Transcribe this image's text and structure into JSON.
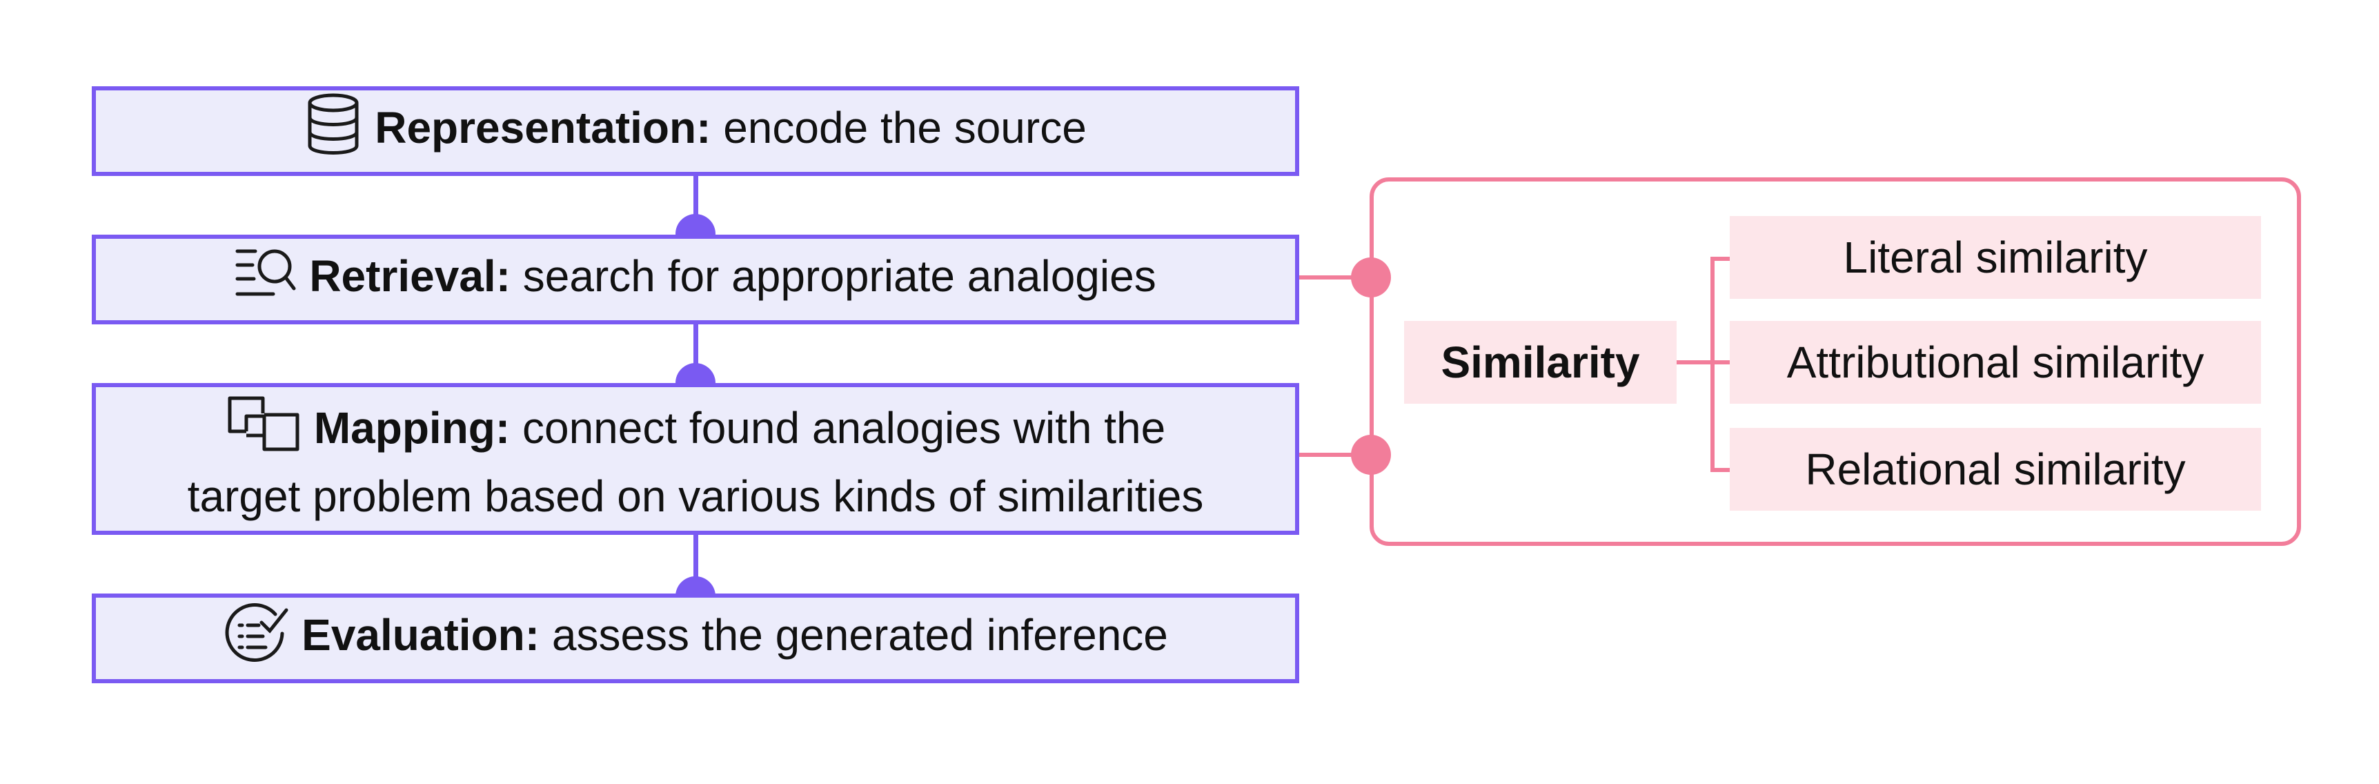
{
  "steps": [
    {
      "icon": "database-icon",
      "label": "Representation:",
      "text": "encode the source"
    },
    {
      "icon": "search-list-icon",
      "label": "Retrieval:",
      "text": "search for appropriate analogies"
    },
    {
      "icon": "mapping-icon",
      "label": "Mapping:",
      "text": "connect found analogies with the",
      "text2": "target problem based on various kinds of similarities"
    },
    {
      "icon": "checklist-icon",
      "label": "Evaluation:",
      "text": "assess the generated inference"
    }
  ],
  "similarity": {
    "label": "Similarity",
    "types": [
      "Literal similarity",
      "Attributional similarity",
      "Relational similarity"
    ]
  },
  "colors": {
    "process_border": "#7a5af2",
    "process_fill": "#ececfb",
    "similarity_border": "#f27d9a",
    "similarity_fill": "#fde6ea"
  }
}
